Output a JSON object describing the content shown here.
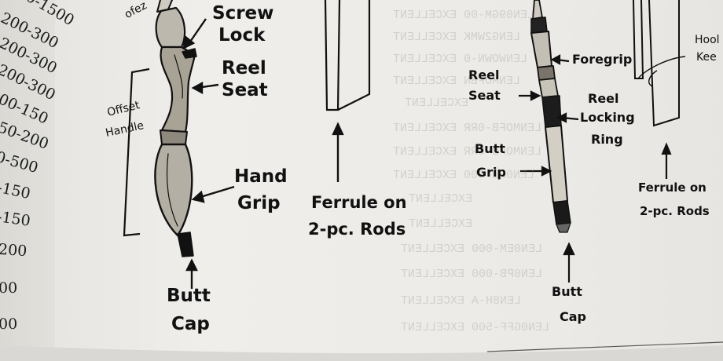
{
  "left_margin_values": [
    "0-1500",
    "200-300",
    "200-300",
    "200-300",
    "00-150",
    "50-200",
    "0-500",
    "-150",
    "-150",
    "200",
    "00",
    "00"
  ],
  "figure_left": {
    "top_cut_label": "ofez",
    "screw_lock": [
      "Screw",
      "Lock"
    ],
    "reel_seat": [
      "Reel",
      "Seat"
    ],
    "offset_handle": [
      "Offset",
      "Handle"
    ],
    "hand_grip": [
      "Hand",
      "Grip"
    ],
    "butt_cap": [
      "Butt",
      "Cap"
    ]
  },
  "figure_middle": {
    "ferrule": [
      "Ferrule on",
      "2-pc. Rods"
    ]
  },
  "figure_right": {
    "foregrip": "Foregrip",
    "reel_seat": [
      "Reel",
      "Seat"
    ],
    "reel_locking_ring": [
      "Reel",
      "Locking",
      "Ring"
    ],
    "butt_grip": [
      "Butt",
      "Grip"
    ],
    "butt_cap": [
      "Butt",
      "Cap"
    ]
  },
  "figure_far_right": {
    "ferrule": [
      "Ferrule on",
      "2-pc. Rods"
    ],
    "cut_labels": [
      "Hool",
      "Kee"
    ]
  },
  "ghost_text": [
    "LEN09GM-00  EXCELLENT",
    "LENG2WMK  EXCELLENT",
    "LENWOWN-0  EXCELLENT",
    "LENMOFBN  EXCELLENT",
    "EXCELLENT",
    "LENMOFB-0RR  EXCELLENT",
    "LENMOFB-0RR  EXCELLENT",
    "LEN0FE-000  EXCELLENT",
    "EXCELLENT",
    "EXCELLENT",
    "LEN0EM-000  EXCELLENT",
    "LEN0PB-000  EXCELLENT",
    "LEN8H-A  EXCELLENT",
    "LEN0GFF-500  EXCELLENT"
  ]
}
